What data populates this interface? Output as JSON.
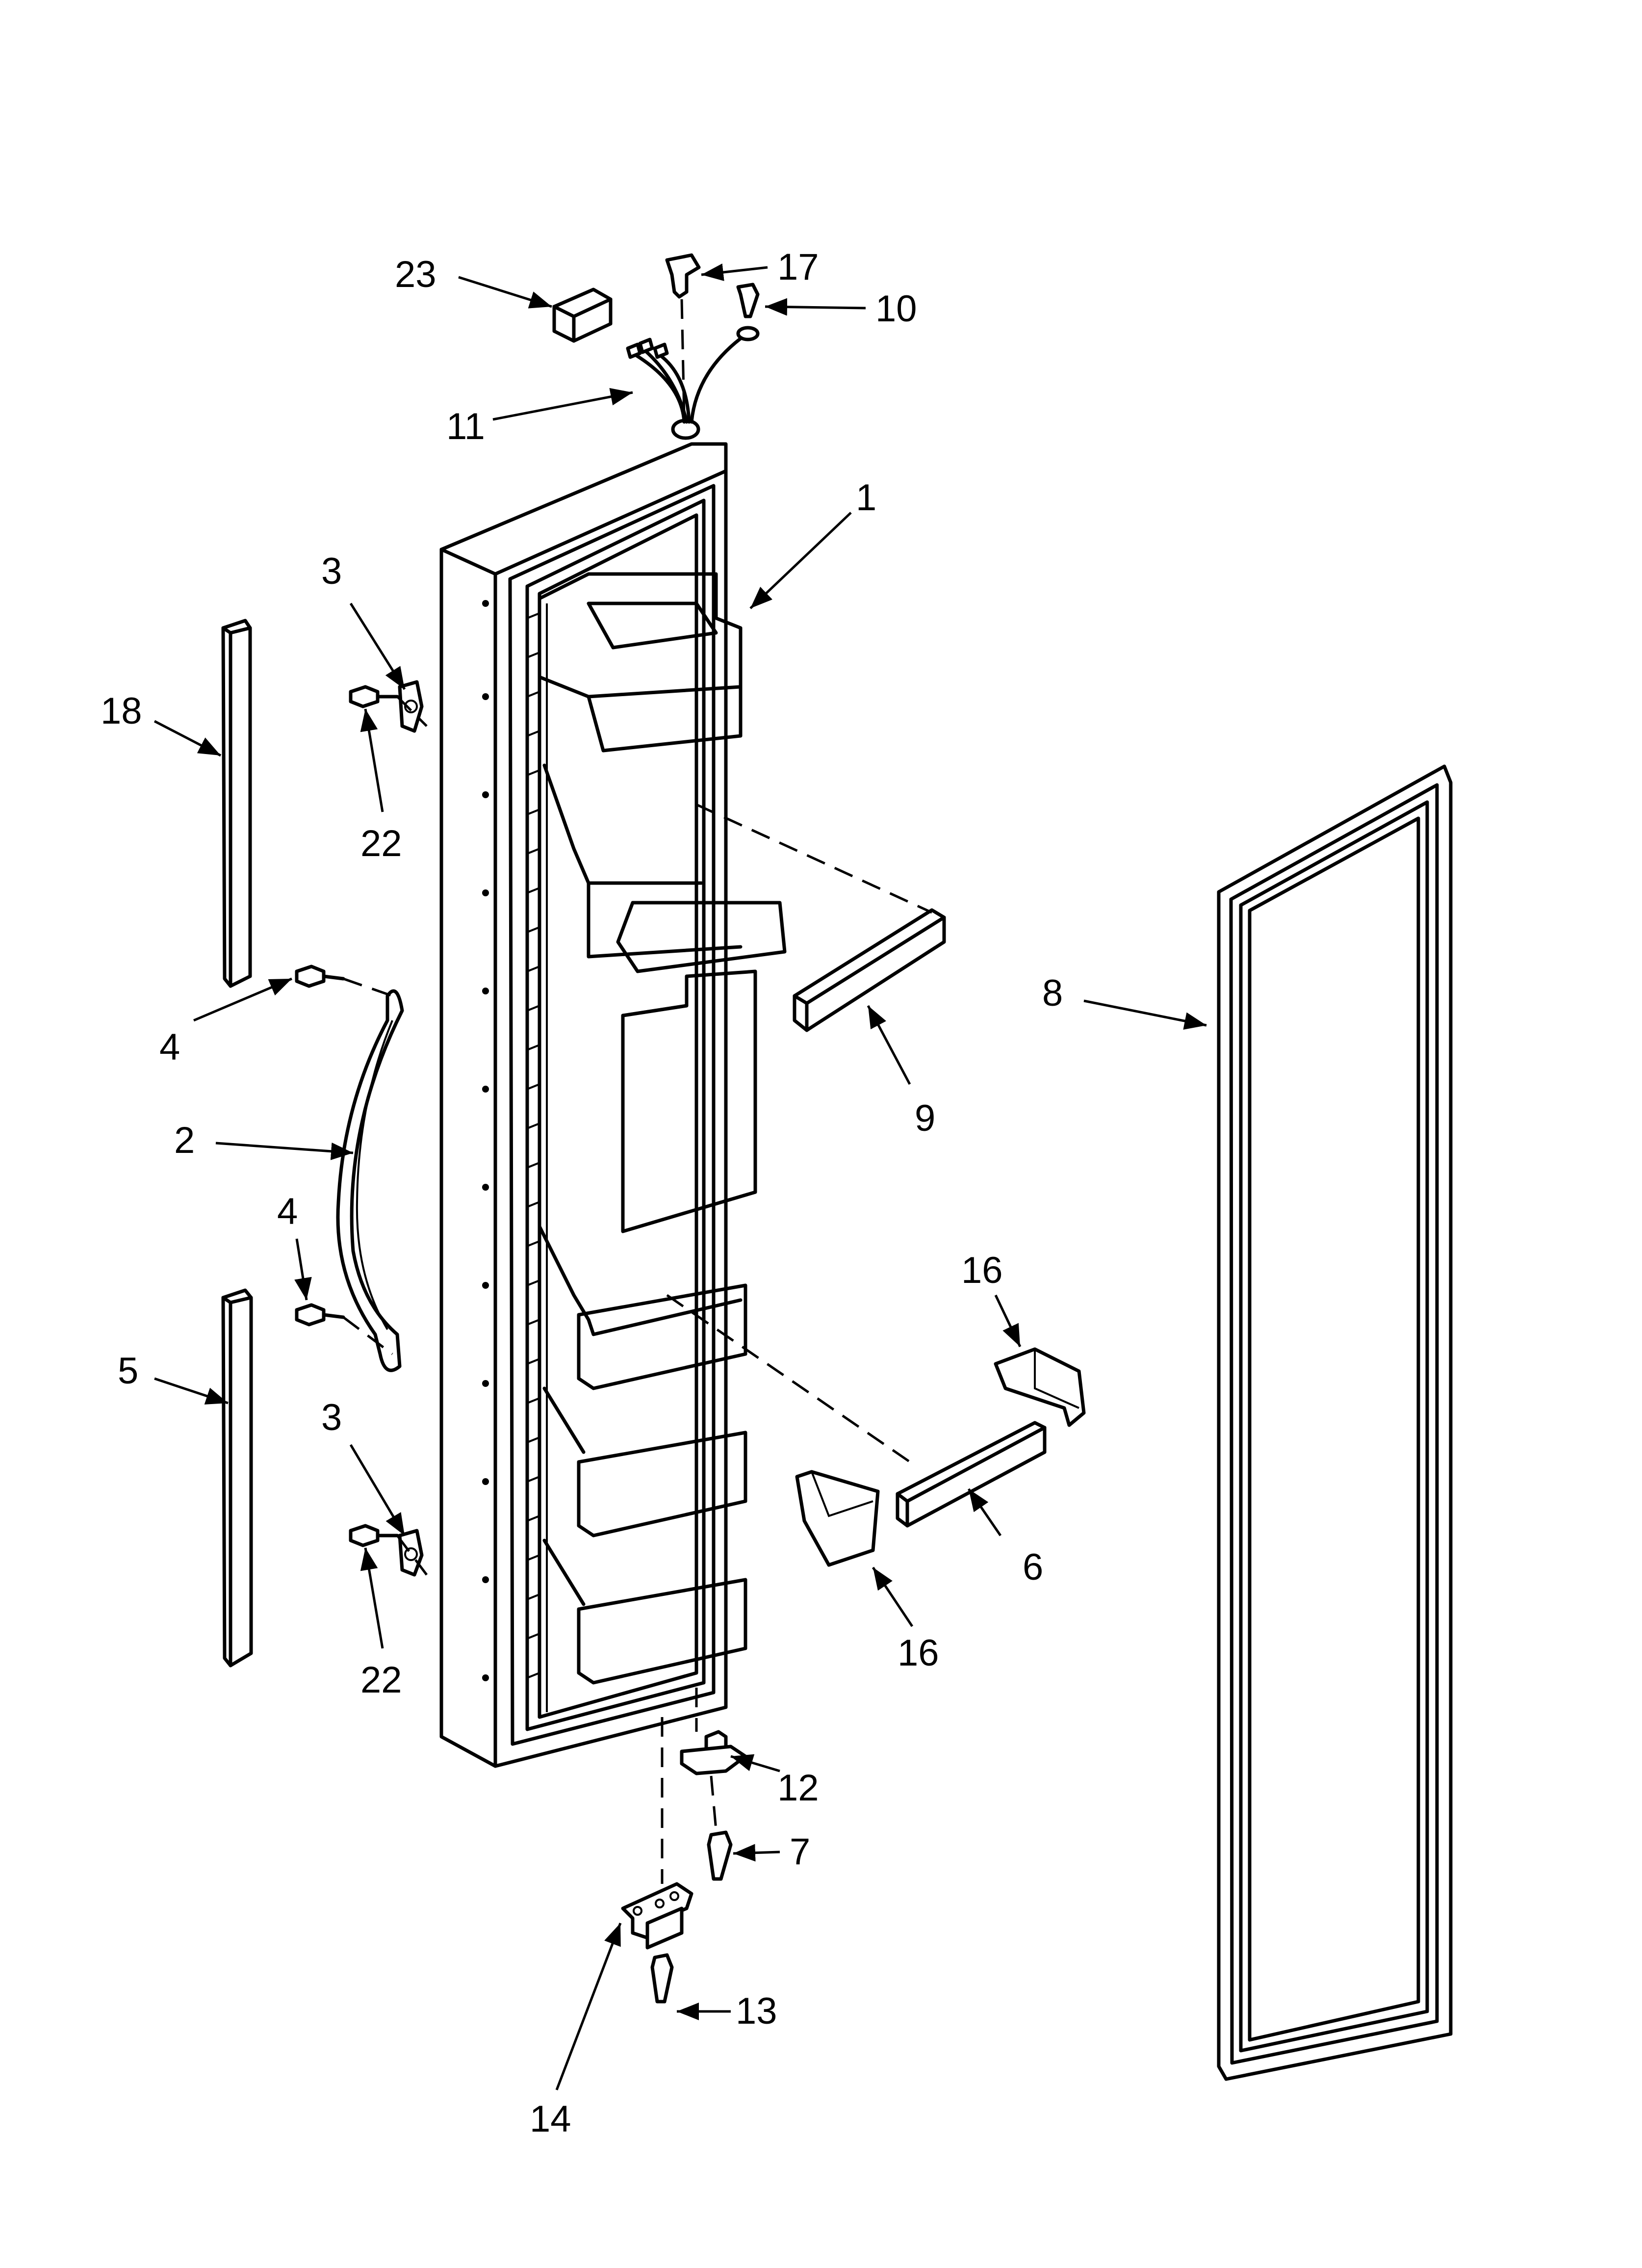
{
  "callouts": {
    "c1": "1",
    "c2": "2",
    "c3a": "3",
    "c3b": "3",
    "c4a": "4",
    "c4b": "4",
    "c5": "5",
    "c6": "6",
    "c7": "7",
    "c8": "8",
    "c9": "9",
    "c10": "10",
    "c11": "11",
    "c12": "12",
    "c13": "13",
    "c14": "14",
    "c16a": "16",
    "c16b": "16",
    "c17": "17",
    "c18": "18",
    "c22a": "22",
    "c22b": "22",
    "c23": "23"
  }
}
